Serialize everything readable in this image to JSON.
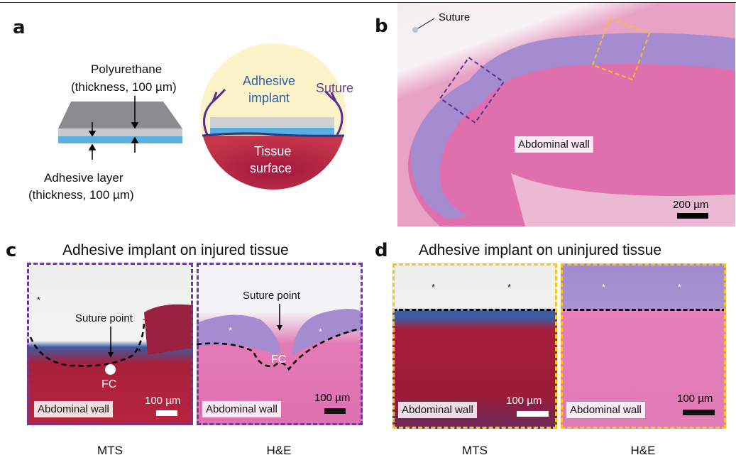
{
  "panels": {
    "a": {
      "label": "a",
      "polyurethane": "Polyurethane",
      "poly_thickness": "(thickness, 100 µm)",
      "adhesive_layer": "Adhesive layer",
      "adhesive_thickness": "(thickness, 100 µm)",
      "adhesive_implant_1": "Adhesive",
      "adhesive_implant_2": "implant",
      "suture": "Suture",
      "tissue_1": "Tissue",
      "tissue_2": "surface"
    },
    "b": {
      "label": "b",
      "suture": "Suture",
      "abdominal_wall": "Abdominal wall",
      "scale": "200 µm"
    },
    "c": {
      "label": "c",
      "title": "Adhesive implant on injured tissue",
      "mts": {
        "suture_point": "Suture point",
        "fc": "FC",
        "tissue": "Abdominal wall",
        "scale": "100 µm",
        "caption": "MTS"
      },
      "he": {
        "suture_point": "Suture point",
        "fc": "FC",
        "tissue": "Abdominal wall",
        "scale": "100 µm",
        "caption": "H&E"
      }
    },
    "d": {
      "label": "d",
      "title": "Adhesive implant on uninjured tissue",
      "mts": {
        "tissue": "Abdominal wall",
        "scale": "100 µm",
        "caption": "MTS"
      },
      "he": {
        "tissue": "Abdominal wall",
        "scale": "100 µm",
        "caption": "H&E"
      }
    },
    "star": "*"
  },
  "colors": {
    "purple": "#6a3d9a",
    "yellow": "#f5c518",
    "adhesive_blue": "#5aaee0",
    "tissue_red": "#b0263f",
    "he_pink": "#e070b0",
    "he_purple": "#a58bd0"
  }
}
